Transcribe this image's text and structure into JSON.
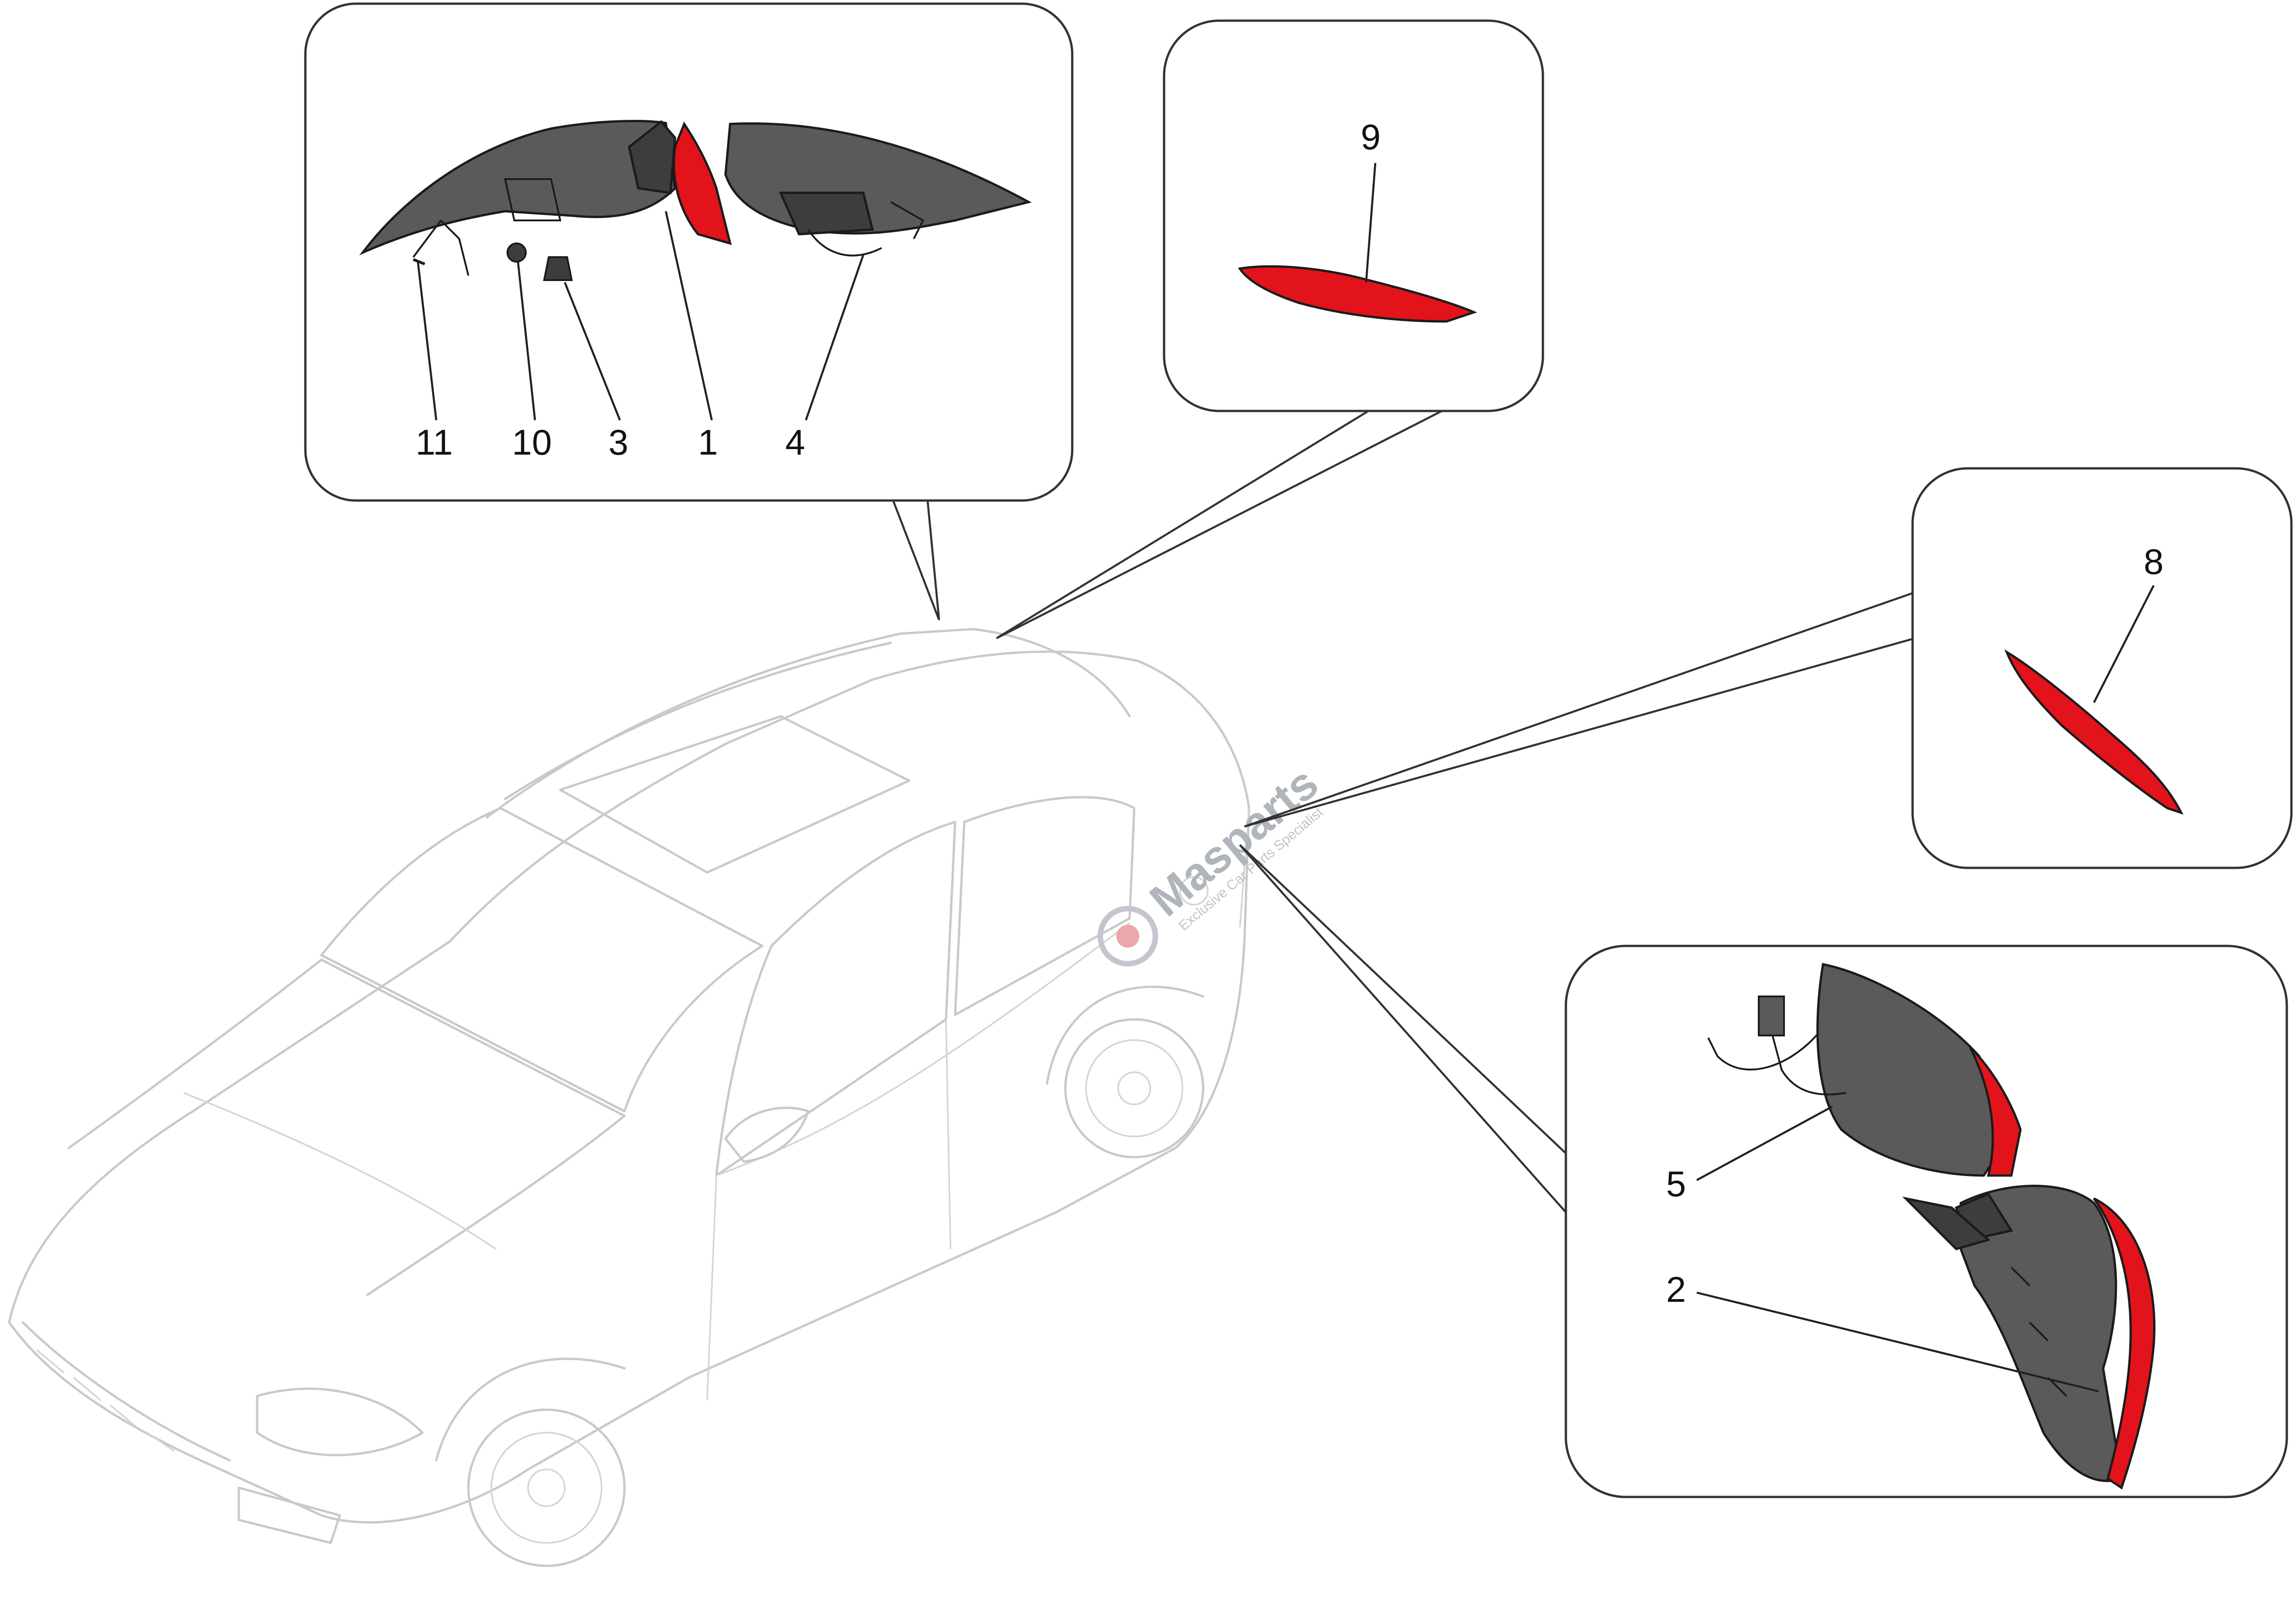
{
  "diagram": {
    "callouts": {
      "top_left": [
        "11",
        "10",
        "3",
        "1",
        "4"
      ],
      "top_middle": [
        "9"
      ],
      "right": [
        "8"
      ],
      "bottom_right": [
        "5",
        "2"
      ]
    },
    "watermark": {
      "brand": "Masparts",
      "tagline": "Exclusive Car Parts Specialist"
    },
    "colors": {
      "lens_red": "#e3131b",
      "housing_grey": "#5a5a5a",
      "car_outline": "#c9c9c9",
      "panel_border": "#333333"
    }
  }
}
